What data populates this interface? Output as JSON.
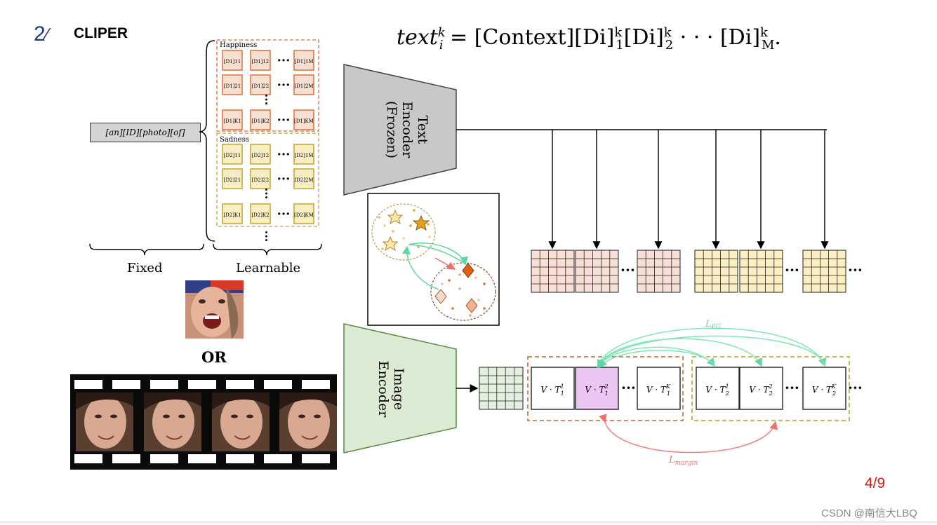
{
  "slide": {
    "number": "2",
    "title": "CLIPER",
    "page_counter": "4/9",
    "watermark": "CSDN @南信大LBQ"
  },
  "formula": {
    "lhs_base": "text",
    "lhs_sub": "i",
    "lhs_sup": "k",
    "context": "[Context]",
    "token": "[D",
    "token_sub_base": "i",
    "sup": "k",
    "first_idx": "1",
    "second_idx": "2",
    "last_idx": "M",
    "dots": "· · ·"
  },
  "prompt": {
    "fixed_text": "[an][ID][photo][of]",
    "fixed_label": "Fixed",
    "learnable_label": "Learnable"
  },
  "groups": [
    {
      "name": "Happiness",
      "row_tokens": [
        "[D1]¹₁",
        "[D1]¹₂",
        "[D1]¹_M"
      ],
      "color": "#d8703a",
      "fill": "#f7e0d2"
    },
    {
      "name": "Sadness",
      "row_tokens": [
        "[D2]¹₁",
        "[D2]¹₂",
        "[D2]¹_M"
      ],
      "color": "#c9a329",
      "fill": "#f8eec3"
    }
  ],
  "encoders": {
    "text": [
      "Text",
      "Encoder",
      "(Frozen)"
    ],
    "image": [
      "Image",
      "Encoder"
    ]
  },
  "or_label": "OR",
  "similarity": {
    "g1": [
      "V · T",
      "1",
      "1"
    ],
    "g1b": [
      "V · T",
      "1",
      "2"
    ],
    "g1c": [
      "V · T",
      "1",
      "K"
    ],
    "g2": [
      "V · T",
      "2",
      "1"
    ],
    "g2b": [
      "V · T",
      "2",
      "2"
    ],
    "g2c": [
      "V · T",
      "2",
      "K"
    ]
  },
  "losses": {
    "fg": "L",
    "fg_sub": "FG",
    "margin": "L",
    "margin_sub": "margin"
  },
  "colors": {
    "text_encoder": "#c8c8c8",
    "image_encoder": "#dcebd4",
    "image_border": "#5a8a43",
    "happy_border": "#c0622a",
    "sad_border": "#c09a1f",
    "fg_arrow": "#7de8b6",
    "margin_arrow": "#f08080",
    "highlight": "#ebc6f2",
    "image_grid": "#e4f0df",
    "happy_grid": "#f8dfd5",
    "sad_grid": "#fbeec0"
  }
}
